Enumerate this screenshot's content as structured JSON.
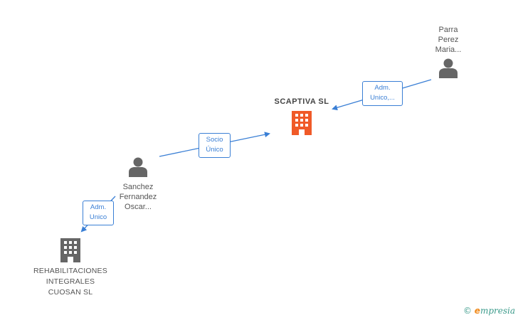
{
  "nodes": {
    "scaptiva": {
      "label": "SCAPTIVA  SL",
      "icon": "building-icon",
      "color": "#f05a28"
    },
    "parra": {
      "lines": [
        "Parra",
        "Perez",
        "Maria..."
      ],
      "icon": "person-icon",
      "color": "#666666"
    },
    "sanchez": {
      "lines": [
        "Sanchez",
        "Fernandez",
        "Oscar..."
      ],
      "icon": "person-icon",
      "color": "#666666"
    },
    "rehab": {
      "lines": [
        "REHABILITACIONES",
        "INTEGRALES",
        "CUOSAN  SL"
      ],
      "icon": "building-icon",
      "color": "#666666"
    }
  },
  "relations": {
    "adm_unico_parra": [
      "Adm.",
      "Unico,..."
    ],
    "socio_unico": [
      "Socio",
      "Único"
    ],
    "adm_unico_sanchez": [
      "Adm.",
      "Unico"
    ]
  },
  "colors": {
    "link": "#3a7fd5"
  },
  "watermark": {
    "symbol": "©",
    "brand_first": "e",
    "brand_rest": "mpresia"
  }
}
